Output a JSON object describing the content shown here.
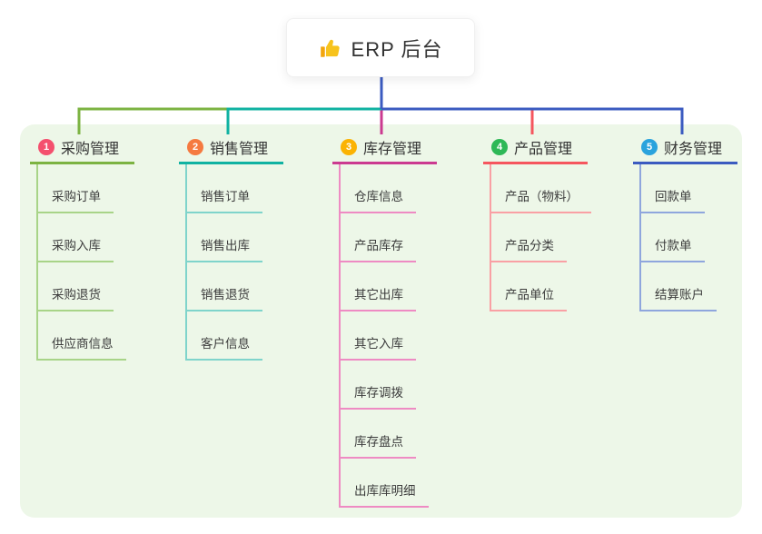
{
  "root": {
    "title": "ERP 后台",
    "icon": "thumbs-up-icon",
    "icon_color": "#f7b90c"
  },
  "colors": {
    "canvas_bg": "#ffffff",
    "panel_bg": "#edf7e8",
    "root_line": "#3b5bc0",
    "header_text": "#333333",
    "child_text": "#3c3c3c"
  },
  "branches": [
    {
      "num": "1",
      "label": "采购管理",
      "badge_color": "#f4506e",
      "line_color": "#7cb342",
      "child_line_color": "#a8d488",
      "children": [
        "采购订单",
        "采购入库",
        "采购退货",
        "供应商信息"
      ]
    },
    {
      "num": "2",
      "label": "销售管理",
      "badge_color": "#f57a40",
      "line_color": "#10b2a2",
      "child_line_color": "#7fd4cb",
      "children": [
        "销售订单",
        "销售出库",
        "销售退货",
        "客户信息"
      ]
    },
    {
      "num": "3",
      "label": "库存管理",
      "badge_color": "#fbb303",
      "line_color": "#cb3a90",
      "child_line_color": "#ee8bc3",
      "children": [
        "仓库信息",
        "产品库存",
        "其它出库",
        "其它入库",
        "库存调拨",
        "库存盘点",
        "出库库明细"
      ]
    },
    {
      "num": "4",
      "label": "产品管理",
      "badge_color": "#2eb857",
      "line_color": "#f5565e",
      "child_line_color": "#f9a0a4",
      "children": [
        "产品（物料）",
        "产品分类",
        "产品单位"
      ]
    },
    {
      "num": "5",
      "label": "财务管理",
      "badge_color": "#2aa3dd",
      "line_color": "#3b5bc0",
      "child_line_color": "#8fa6dd",
      "children": [
        "回款单",
        "付款单",
        "结算账户"
      ]
    }
  ]
}
